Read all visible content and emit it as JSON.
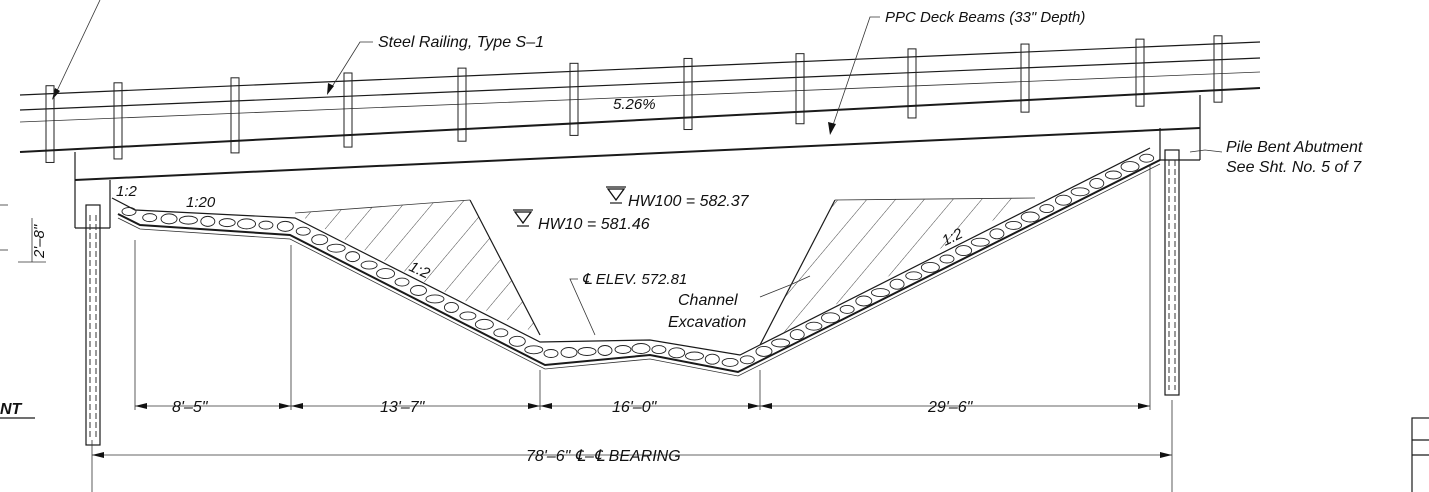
{
  "labels": {
    "deck_beams": "PPC Deck Beams (33\" Depth)",
    "railing": "Steel Railing, Type S–1",
    "grade": "5.26%",
    "abutment_line1": "Pile Bent Abutment",
    "abutment_line2": "See Sht. No. 5 of 7",
    "slope_1_2_left": "1:2",
    "slope_1_20": "1:20",
    "slope_1_2_mid": "1:2",
    "slope_1_2_right": "1:2",
    "hw100": "HW100 = 582.37",
    "hw10": "HW10 = 581.46",
    "elev": "℄ ELEV. 572.81",
    "channel_line1": "Channel",
    "channel_line2": "Excavation",
    "left_dim_small": "2'–8\"",
    "left_fragment": "NT"
  },
  "dimensions": {
    "seg1": "8'–5\"",
    "seg2": "13'–7\"",
    "seg3": "16'–0\"",
    "seg4": "29'–6\"",
    "overall": "78'–6\" ℄–℄ BEARING"
  }
}
